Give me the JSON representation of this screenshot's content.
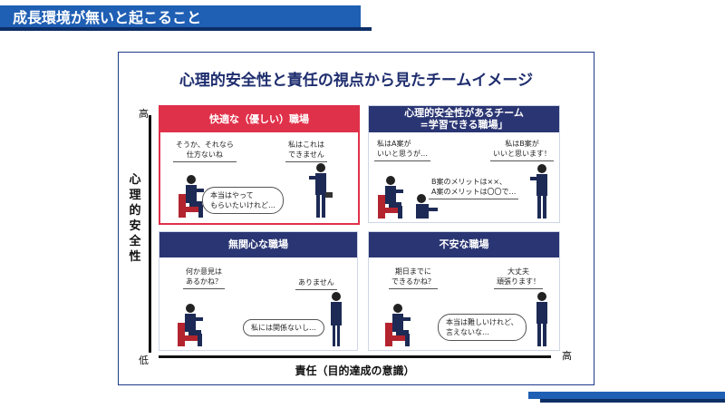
{
  "header": {
    "title": "成長環境が無いと起こること"
  },
  "diagram": {
    "title": "心理的安全性と責任の視点から見たチームイメージ",
    "y_axis": {
      "label": "心理的安全性",
      "high": "高",
      "low": "低"
    },
    "x_axis": {
      "label": "責任（目的達成の意識）",
      "high": "高"
    },
    "quadrants": {
      "top_left": {
        "title": "快適な（優しい）職場",
        "left_speech": "そうか、それなら\n仕方ないね",
        "right_speech": "私はこれは\nできません",
        "thought": "本当はやって\nもらいたいけれど…"
      },
      "top_right": {
        "title_line1": "心理的安全性があるチーム",
        "title_line2": "=学習できる職場」",
        "left_speech": "私はA案が\nいいと思うが…",
        "right_speech": "私はB案が\nいいと思います！",
        "middle_speech": "B案のメリットは××、\nA案のメリットは〇〇で…"
      },
      "bottom_left": {
        "title": "無関心な職場",
        "left_speech": "何か意見は\nあるかね？",
        "right_speech": "ありません",
        "thought": "私には関係ないし…"
      },
      "bottom_right": {
        "title": "不安な職場",
        "left_speech": "期日までに\nできるかね？",
        "right_speech": "大丈夫\n頑張ります！",
        "thought": "本当は難しいけれど、\n言えないな…"
      }
    }
  },
  "colors": {
    "banner": "#1f5fb4",
    "navy": "#2a3573",
    "red": "#e0314a",
    "suit": "#1d2a55",
    "chair": "#b3242e"
  }
}
